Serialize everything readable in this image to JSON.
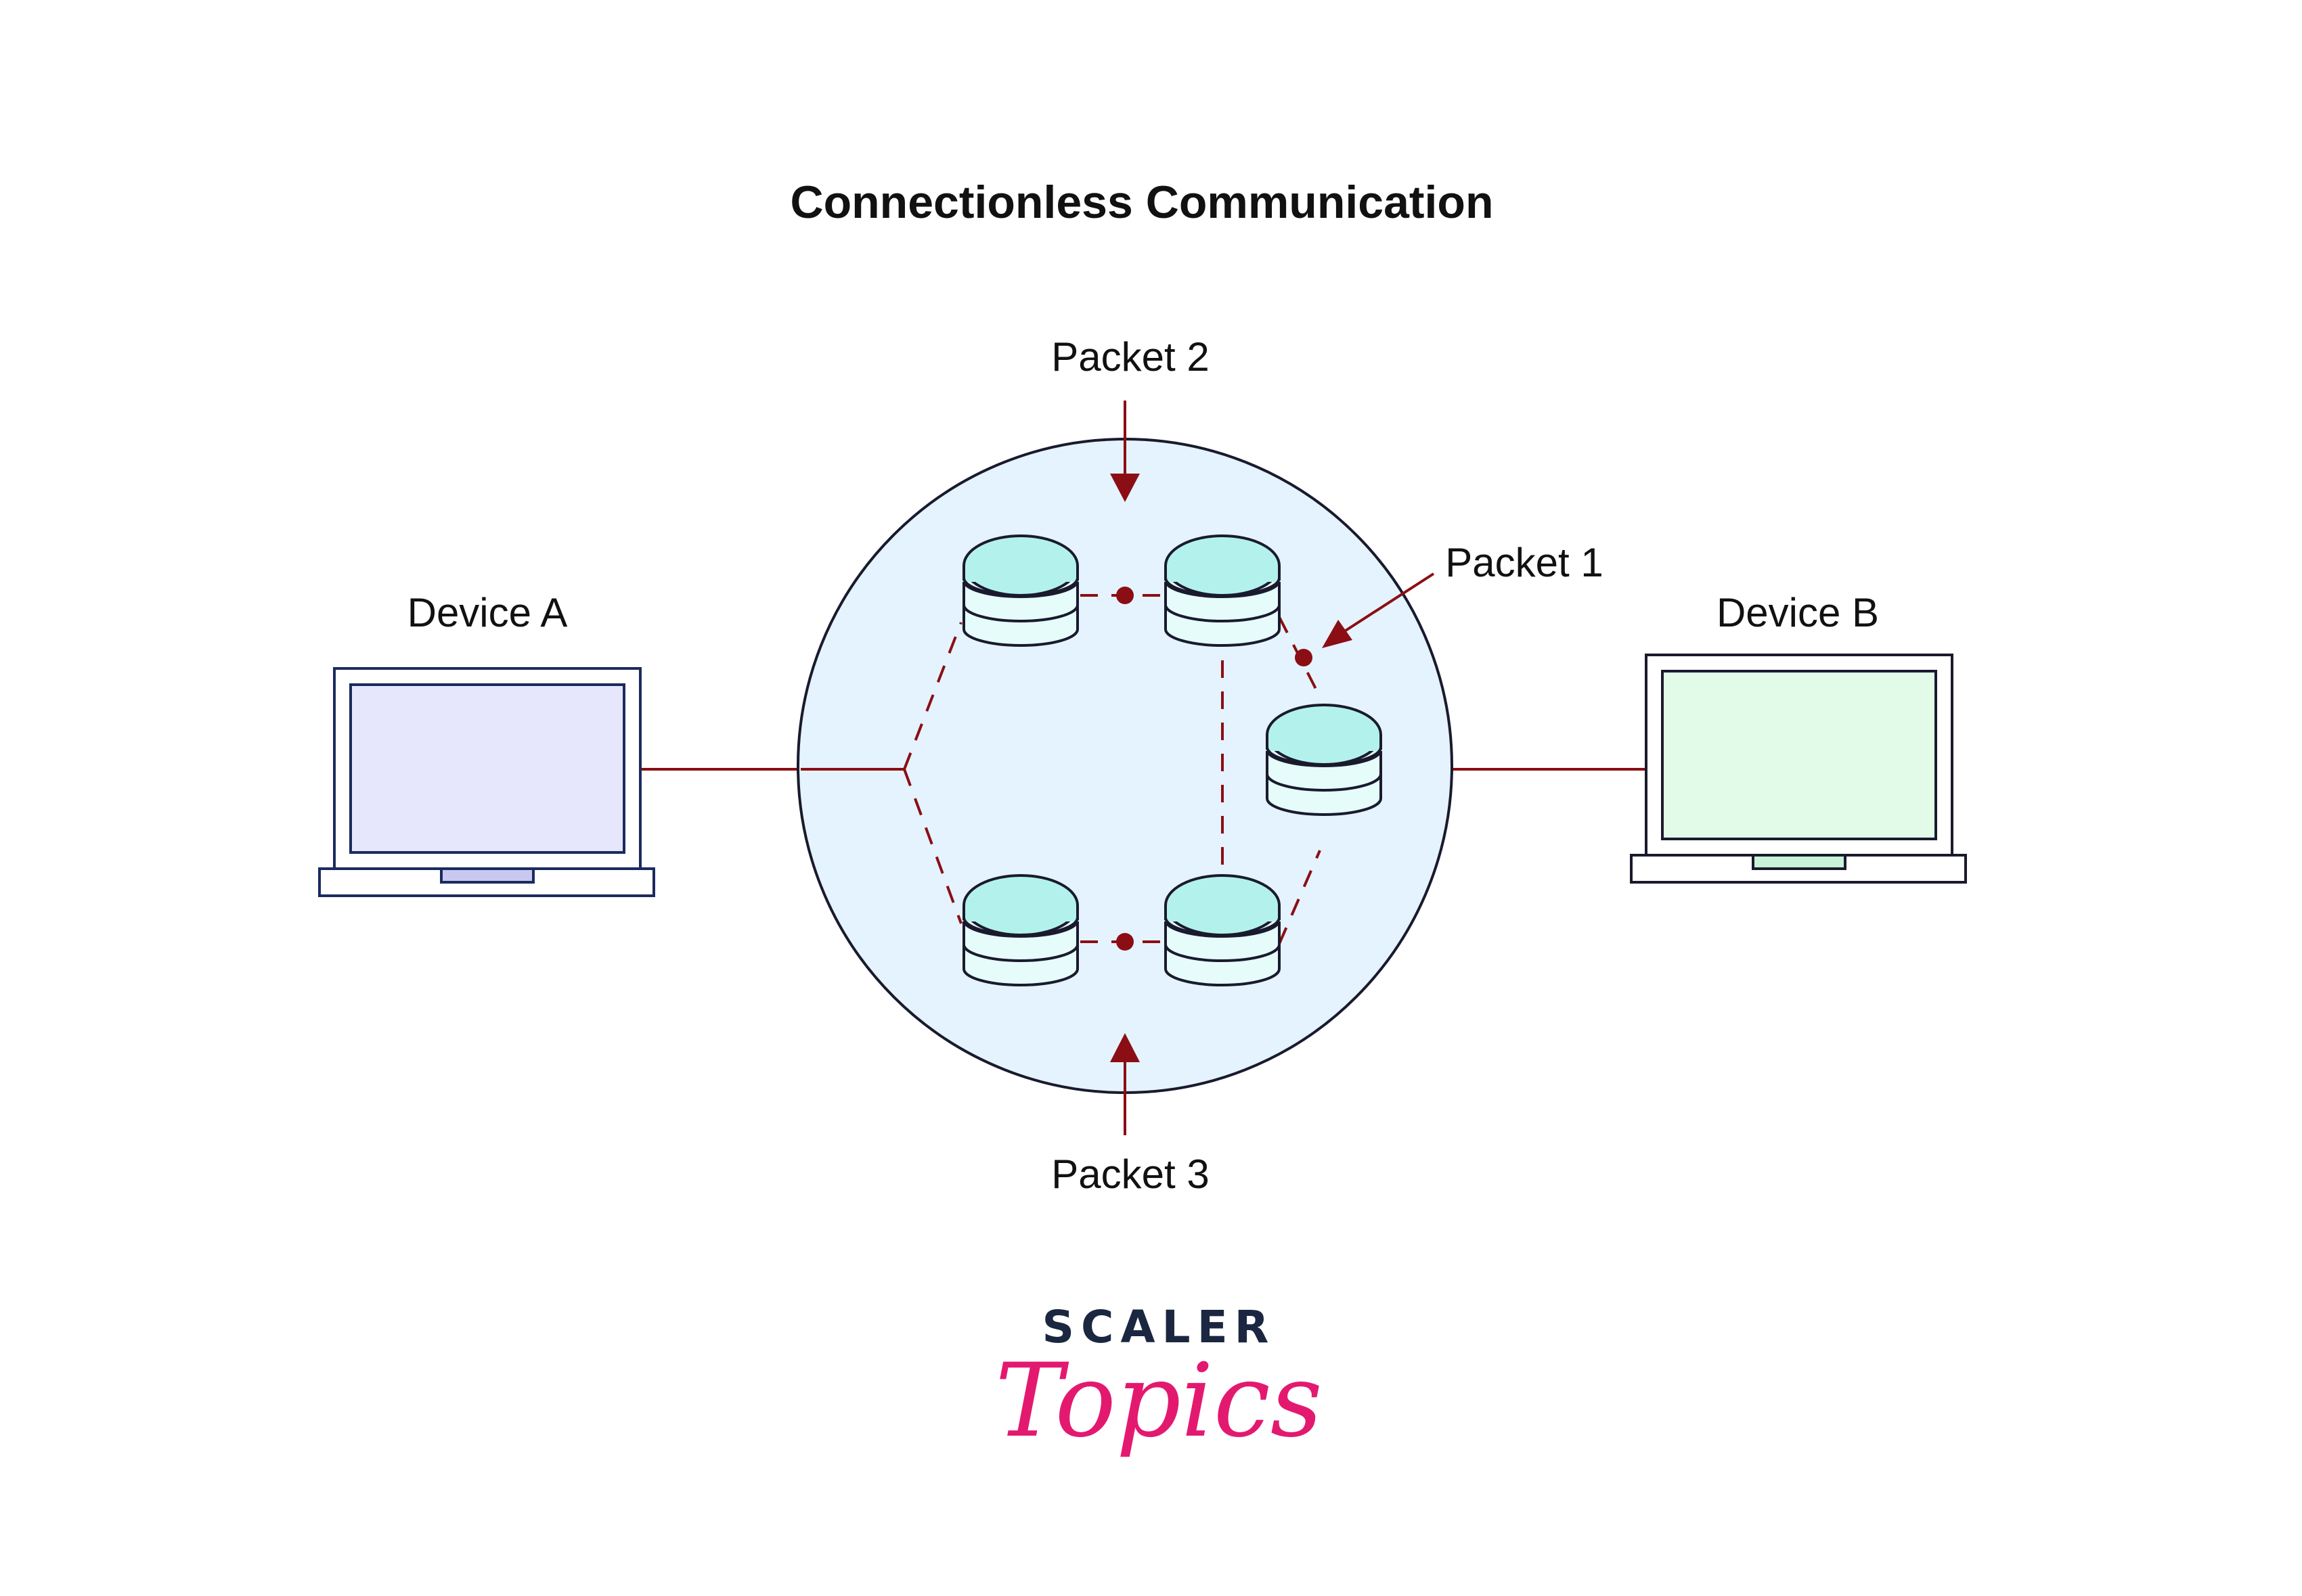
{
  "title": "Connectionless Communication",
  "devices": [
    {
      "label": "Device A",
      "screen_color": "#e6e6fc",
      "pad_color": "#c9c8f0"
    },
    {
      "label": "Device B",
      "screen_color": "#e1fbe8",
      "pad_color": "#c8f3d6"
    }
  ],
  "packets": {
    "p1": "Packet 1",
    "p2": "Packet 2",
    "p3": "Packet 3"
  },
  "logo": {
    "line1": "SCALER",
    "line2": "Topics"
  },
  "colors": {
    "link": "#8b0e14",
    "network_fill": "#e4f3fd",
    "outline": "#1a1a2e",
    "db_top": "#b3f2ec",
    "db_body": "#e6fcfb",
    "brand_dark": "#1b2740",
    "brand_pink": "#e3196f"
  },
  "icons": [
    "laptop-icon",
    "database-icon",
    "arrow-icon",
    "packet-dot-icon"
  ]
}
